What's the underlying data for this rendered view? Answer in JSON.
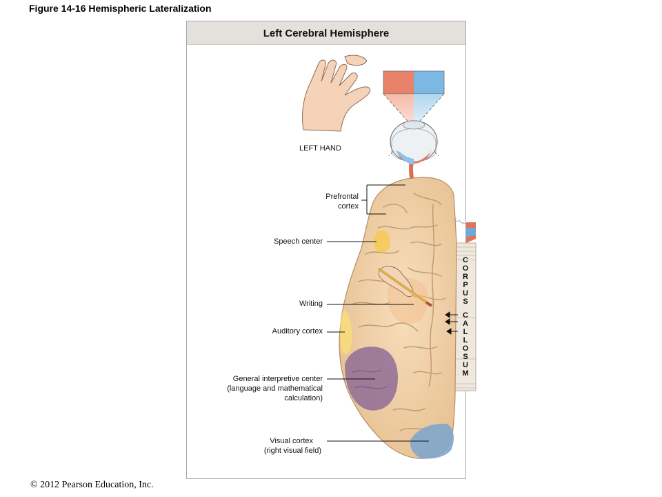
{
  "figure_title": "Figure 14-16  Hemispheric Lateralization",
  "panel_title": "Left Cerebral Hemisphere",
  "labels": {
    "left_hand": "LEFT HAND",
    "prefrontal_1": "Prefrontal",
    "prefrontal_2": "cortex",
    "speech": "Speech center",
    "writing": "Writing",
    "auditory": "Auditory cortex",
    "gic_1": "General interpretive center",
    "gic_2": "(language and mathematical",
    "gic_3": "calculation)",
    "visual_1": "Visual cortex",
    "visual_2": "(right visual field)"
  },
  "corpus_callosum": [
    "C",
    "O",
    "R",
    "P",
    "U",
    "S",
    "C",
    "A",
    "L",
    "L",
    "O",
    "S",
    "U",
    "M"
  ],
  "copyright": "© 2012 Pearson Education, Inc.",
  "colors": {
    "brain": "#f0d2a8",
    "speech": "#f7c948",
    "auditory": "#f9dd7a",
    "interpretive": "#8f6d96",
    "visual": "#7fa6cc",
    "visual_field_left": "#e8826a",
    "visual_field_right": "#7bb8e3"
  }
}
